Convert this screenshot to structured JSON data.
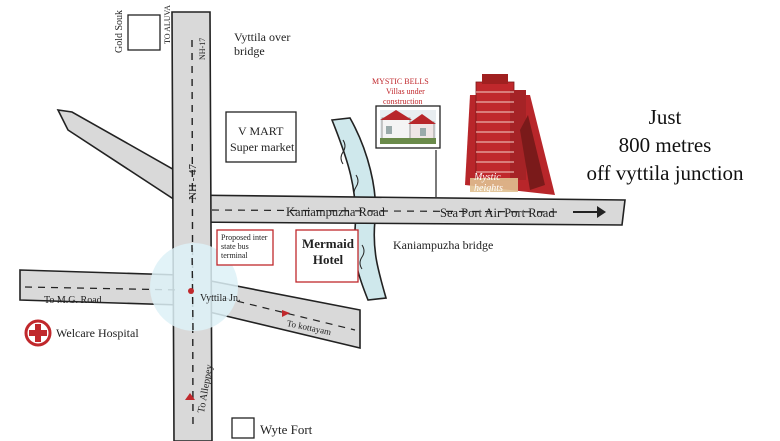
{
  "labels": {
    "gold_souk": "Gold Souk",
    "to_aluva": "TO ALUVA",
    "nh17": "NH-17",
    "vyttila_over_bridge": "Vyttila over bridge",
    "v_mart": "V MART",
    "super_market": "Super market",
    "nh47": "NH - 47",
    "mystic_bells": "MYSTIC BELLS",
    "villas_under": "Villas under",
    "construction": "construction",
    "kaniampuzha_road": "Kaniampuzha Road",
    "seaport_road": "Sea Port Air Port Road",
    "proposed_terminal": "Proposed inter state bus terminal",
    "mermaid_hotel": "Mermaid Hotel",
    "kaniampuzha_bridge": "Kaniampuzha bridge",
    "to_mg_road": "To M.G. Road",
    "vyttila_jn": "Vyttila Jn.",
    "to_kottayam": "To kottayam",
    "welcare_hospital": "Welcare Hospital",
    "to_alleppey": "To Alleppey",
    "wyte_fort": "Wyte Fort",
    "mystic_heights": "Mystic heights"
  },
  "tagline": {
    "line1": "Just",
    "line2": "800 metres",
    "line3": "off vyttila junction"
  },
  "colors": {
    "road_fill": "#d9d9d9",
    "road_edge": "#222222",
    "river": "#cfe8ec",
    "junction_circle": "#ddf1f7",
    "accent_red": "#c0282c",
    "tower_red": "#b8262a"
  },
  "icons": {
    "direction_arrow": "arrow-right-icon",
    "hospital": "red-cross-icon"
  }
}
